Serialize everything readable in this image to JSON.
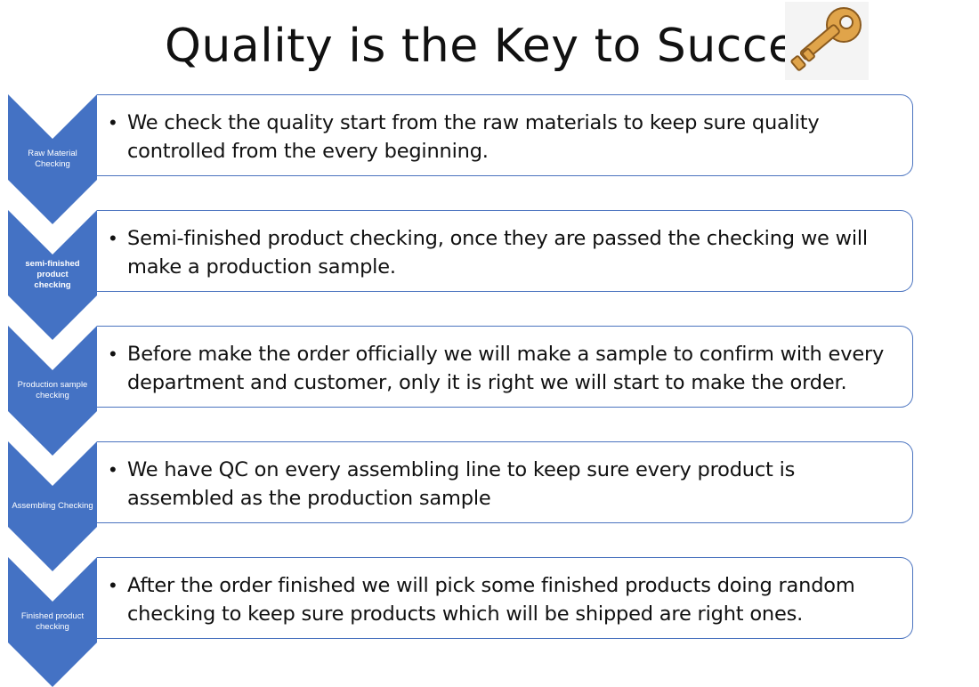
{
  "title": "Quality is the Key to Success",
  "icons": {
    "key": "key-icon",
    "bullet": "•"
  },
  "colors": {
    "chevron_fill": "#4472c4",
    "card_border": "#4a73bf",
    "key_gold": "#e0a44a"
  },
  "steps": [
    {
      "label": "Raw Material Checking",
      "bold": false,
      "text": "We check the quality start from the raw materials  to keep sure quality controlled from the every beginning."
    },
    {
      "label": "semi-finished product checking",
      "bold": true,
      "text": "Semi-finished product checking, once they are passed the checking we will make a production sample."
    },
    {
      "label": "Production sample checking",
      "bold": false,
      "text": "Before make the order officially we will make a sample to confirm with every department and customer, only it is right we will start to make the order."
    },
    {
      "label": "Assembling Checking",
      "bold": false,
      "text": "We have QC on every assembling line to keep sure every product is assembled as the production sample"
    },
    {
      "label": "Finished product checking",
      "bold": false,
      "text": "After the order finished we will pick some finished products doing random checking to keep sure products which will be shipped are right ones."
    }
  ]
}
